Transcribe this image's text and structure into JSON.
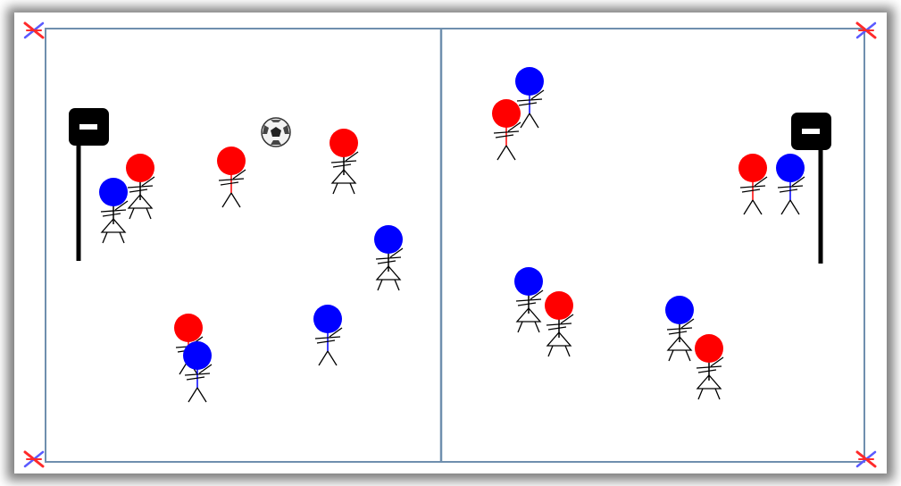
{
  "colors": {
    "frame_shadow": "#7f7f7f",
    "court_bg": "#ffffff",
    "court_line": "#6f8fae",
    "team_red": "#ff0000",
    "team_blue": "#0000ff",
    "figure_line": "#000000",
    "post": "#000000",
    "corner_red": "#ff2a2a",
    "corner_blue": "#5a5aff"
  },
  "court": {
    "halves": [
      "left-half",
      "right-half"
    ]
  },
  "items": {
    "ball": {
      "icon": "soccer-ball-icon"
    },
    "goals": [
      {
        "id": "left-goal-post",
        "icon": "netball-post-icon"
      },
      {
        "id": "right-goal-post",
        "icon": "netball-post-icon"
      }
    ],
    "corner_markers": {
      "icon": "cone-marker-icon",
      "count": 4
    }
  },
  "players": [
    {
      "team": "blue",
      "style": "skirt"
    },
    {
      "team": "red",
      "style": "skirt"
    },
    {
      "team": "red",
      "style": "plain"
    },
    {
      "team": "red",
      "style": "skirt"
    },
    {
      "team": "blue",
      "style": "skirt"
    },
    {
      "team": "red",
      "style": "plain"
    },
    {
      "team": "blue",
      "style": "plain"
    },
    {
      "team": "blue",
      "style": "plain"
    },
    {
      "team": "blue",
      "style": "plain"
    },
    {
      "team": "red",
      "style": "plain"
    },
    {
      "team": "red",
      "style": "skirt"
    },
    {
      "team": "blue",
      "style": "skirt"
    },
    {
      "team": "blue",
      "style": "plain"
    },
    {
      "team": "red",
      "style": "plain"
    },
    {
      "team": "blue",
      "style": "skirt"
    },
    {
      "team": "red",
      "style": "skirt"
    }
  ]
}
